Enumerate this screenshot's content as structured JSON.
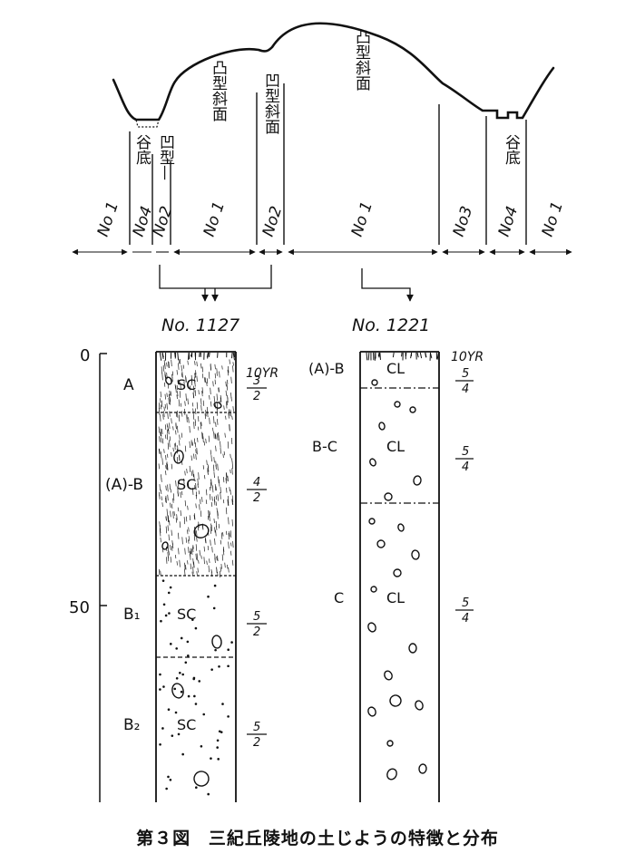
{
  "landform": {
    "slope_labels": [
      {
        "id": "valley-bottom-left",
        "text": "谷底"
      },
      {
        "id": "concave-slope",
        "text": "凹型—"
      },
      {
        "id": "convex-slope-left",
        "text": "凸型斜面"
      },
      {
        "id": "concave-slope-mid",
        "text": "凹型斜面"
      },
      {
        "id": "convex-slope-right",
        "text": "凸型斜面"
      },
      {
        "id": "valley-bottom-right",
        "text": "谷底"
      }
    ],
    "zones": [
      {
        "id": "zone-1",
        "label": "No 1"
      },
      {
        "id": "zone-2",
        "label": "No4"
      },
      {
        "id": "zone-3",
        "label": "No2"
      },
      {
        "id": "zone-4",
        "label": "No 1"
      },
      {
        "id": "zone-5",
        "label": "No2"
      },
      {
        "id": "zone-6",
        "label": "No 1"
      },
      {
        "id": "zone-7",
        "label": "No3"
      },
      {
        "id": "zone-8",
        "label": "No4"
      },
      {
        "id": "zone-9",
        "label": "No 1"
      }
    ]
  },
  "depth_axis": {
    "ticks": [
      "0",
      "50"
    ]
  },
  "profiles": [
    {
      "id": "profile-1127",
      "name": "No. 1127",
      "color_system": "10YR",
      "horizons": [
        {
          "name": "A",
          "texture": "SC",
          "hue_value": "3",
          "chroma": "2"
        },
        {
          "name": "(A)-B",
          "texture": "SC",
          "hue_value": "4",
          "chroma": "2"
        },
        {
          "name": "B1",
          "texture": "SC",
          "hue_value": "5",
          "chroma": "2"
        },
        {
          "name": "B2",
          "texture": "SC",
          "hue_value": "5",
          "chroma": "2"
        }
      ]
    },
    {
      "id": "profile-1221",
      "name": "No. 1221",
      "color_system": "10YR",
      "horizons": [
        {
          "name": "(A)-B",
          "texture": "CL",
          "hue_value": "5",
          "chroma": "4"
        },
        {
          "name": "B-C",
          "texture": "CL",
          "hue_value": "5",
          "chroma": "4"
        },
        {
          "name": "C",
          "texture": "CL",
          "hue_value": "5",
          "chroma": "4"
        }
      ]
    }
  ],
  "caption": {
    "figure_no": "第３図",
    "title": "三紀丘陵地の土じようの特徴と分布"
  }
}
